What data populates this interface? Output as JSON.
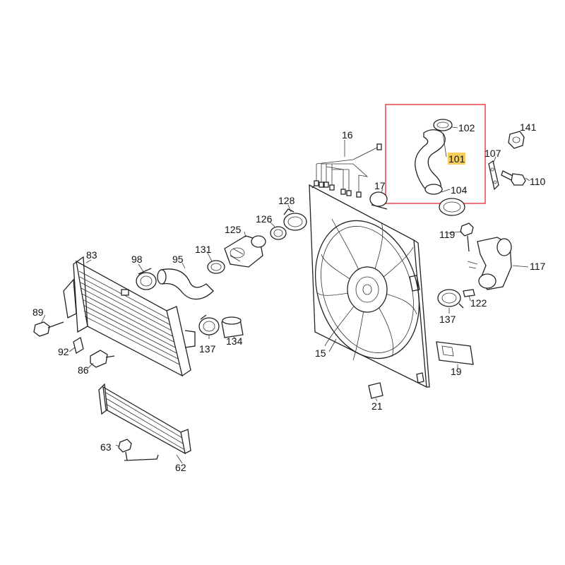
{
  "highlight_color": "#e8464b",
  "label_highlight_color": "#f5c542",
  "part_labels": {
    "p102": "102",
    "p101": "101",
    "p104": "104",
    "p141": "141",
    "p107": "107",
    "p110": "110",
    "p16": "16",
    "p17": "17",
    "p128": "128",
    "p126": "126",
    "p125": "125",
    "p119": "119",
    "p117": "117",
    "p98": "98",
    "p95": "95",
    "p131": "131",
    "p83": "83",
    "p89": "89",
    "p92": "92",
    "p86": "86",
    "p137a": "137",
    "p134": "134",
    "p15": "15",
    "p137b": "137",
    "p122": "122",
    "p19": "19",
    "p21": "21",
    "p63": "63",
    "p62": "62"
  }
}
